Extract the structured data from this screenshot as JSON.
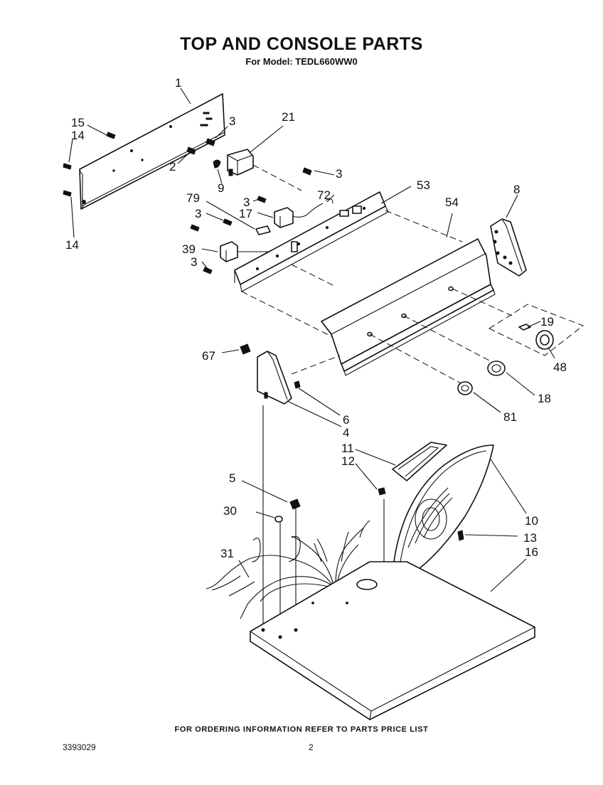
{
  "title": "TOP AND CONSOLE PARTS",
  "subtitle": "For Model: TEDL660WW0",
  "footer": "FOR ORDERING INFORMATION REFER TO PARTS PRICE LIST",
  "doc_number": "3393029",
  "page_number": "2",
  "callouts": {
    "c1": "1",
    "c15": "15",
    "c14a": "14",
    "c14b": "14",
    "c3a": "3",
    "c21": "21",
    "c2": "2",
    "c9": "9",
    "c3b": "3",
    "c3c": "3",
    "c72": "72",
    "c53": "53",
    "c79": "79",
    "c17": "17",
    "c3d": "3",
    "c39": "39",
    "c3e": "3",
    "c54": "54",
    "c8": "8",
    "c19": "19",
    "c48": "48",
    "c67": "67",
    "c6": "6",
    "c4": "4",
    "c18": "18",
    "c81": "81",
    "c11": "11",
    "c12": "12",
    "c5": "5",
    "c30": "30",
    "c31": "31",
    "c10": "10",
    "c13": "13",
    "c16": "16"
  }
}
